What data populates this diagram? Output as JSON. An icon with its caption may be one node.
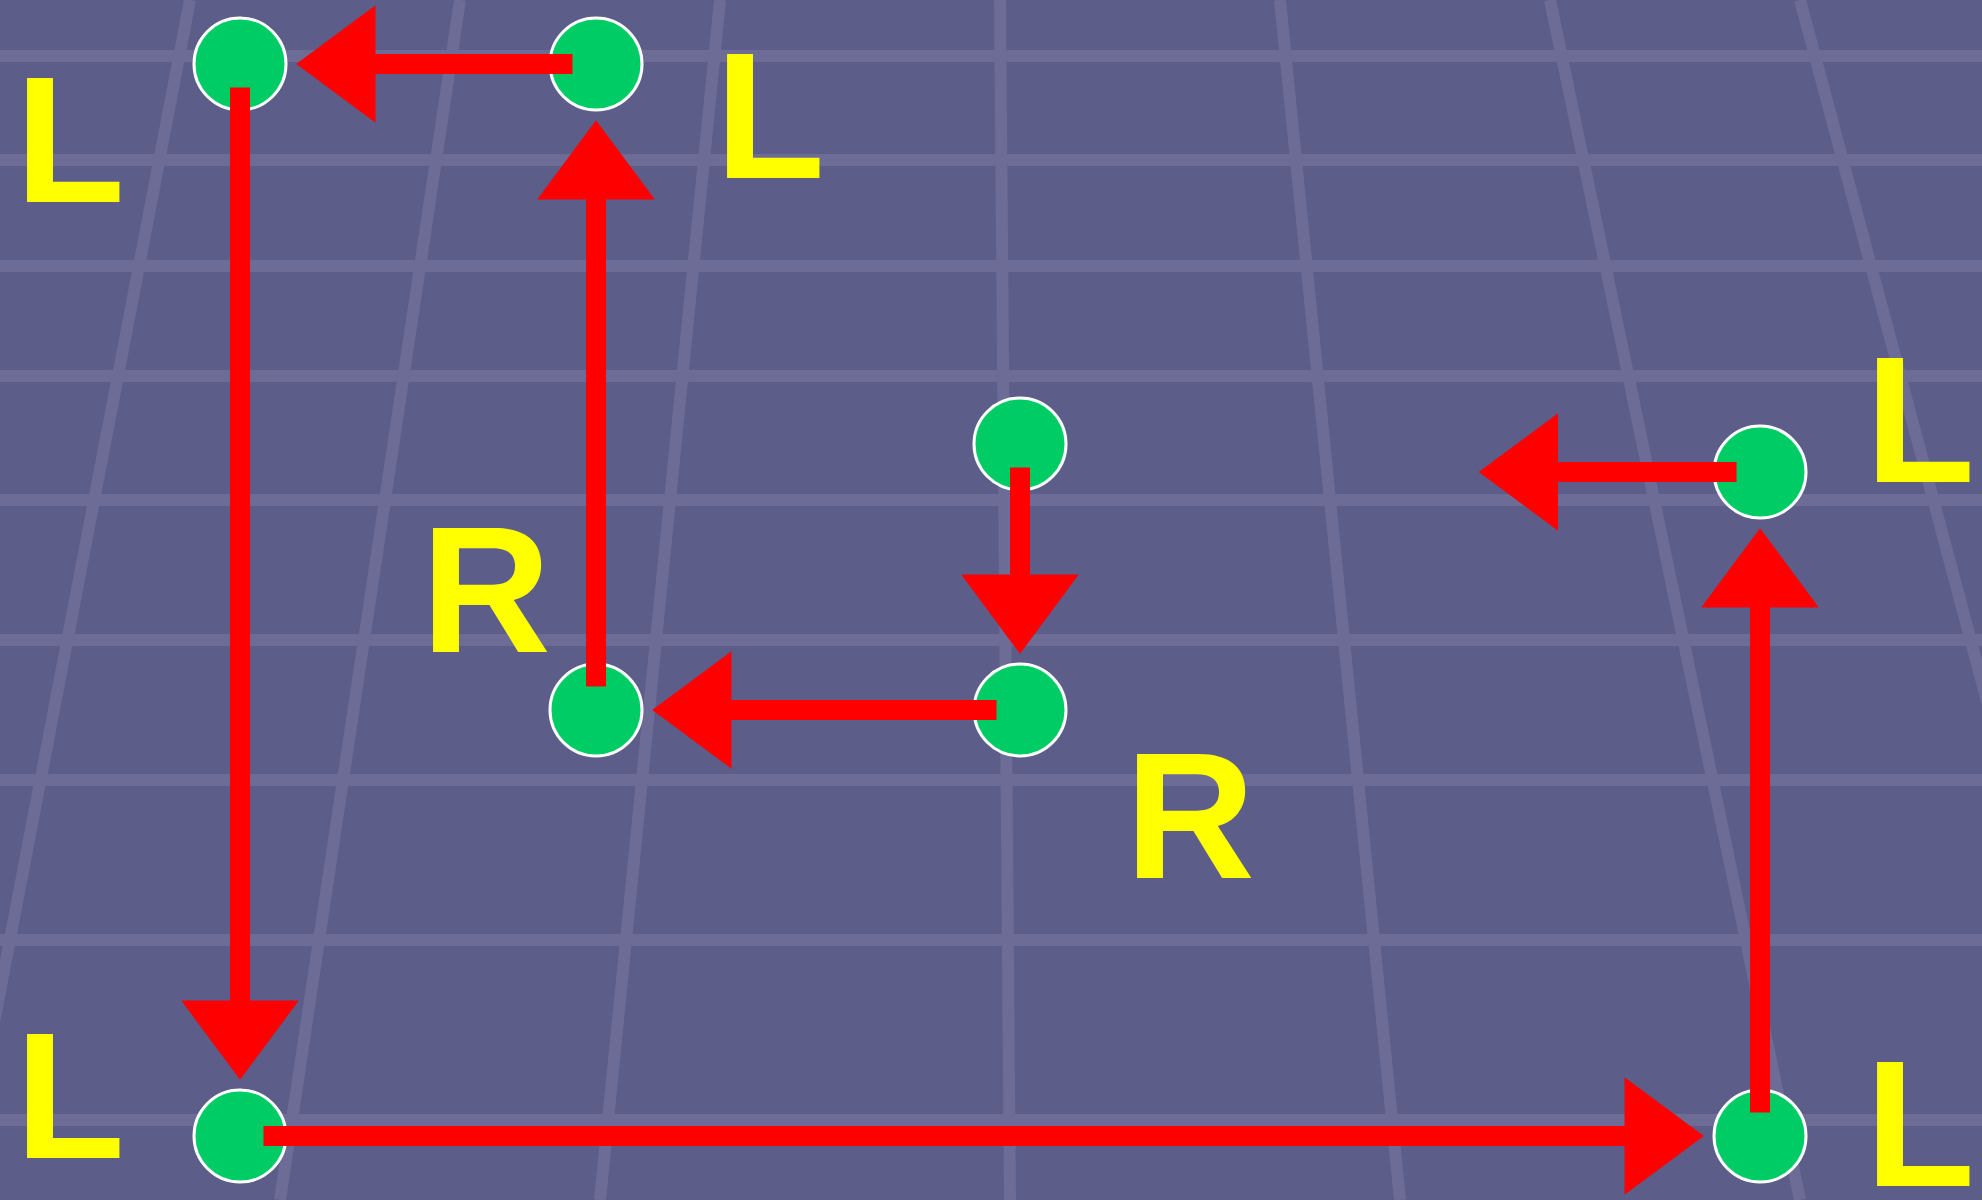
{
  "diagram": {
    "nodes": [
      {
        "text": [],
        "shape": "circle"
      },
      {
        "text": [],
        "shape": "circle"
      },
      {
        "text": [],
        "shape": "circle"
      },
      {
        "text": [],
        "shape": "circle"
      },
      {
        "text": [],
        "shape": "circle"
      },
      {
        "text": [],
        "shape": "circle"
      },
      {
        "text": [],
        "shape": "circle"
      },
      {
        "text": [],
        "shape": "circle"
      }
    ],
    "edges": [
      {
        "from": 2,
        "to": 3,
        "arrow": "to"
      },
      {
        "from": 3,
        "to": 4,
        "arrow": "to"
      },
      {
        "from": 4,
        "to": 1,
        "arrow": "to"
      },
      {
        "from": 1,
        "to": 0,
        "arrow": "to"
      },
      {
        "from": 0,
        "to": 5,
        "arrow": "to"
      },
      {
        "from": 5,
        "to": 6,
        "arrow": "to"
      },
      {
        "from": 6,
        "to": 7,
        "arrow": "to"
      },
      {
        "from": 7,
        "to": null,
        "arrow": "to"
      }
    ],
    "labels": [
      "L",
      "L",
      "L",
      "R",
      "R",
      "L",
      "L"
    ]
  }
}
